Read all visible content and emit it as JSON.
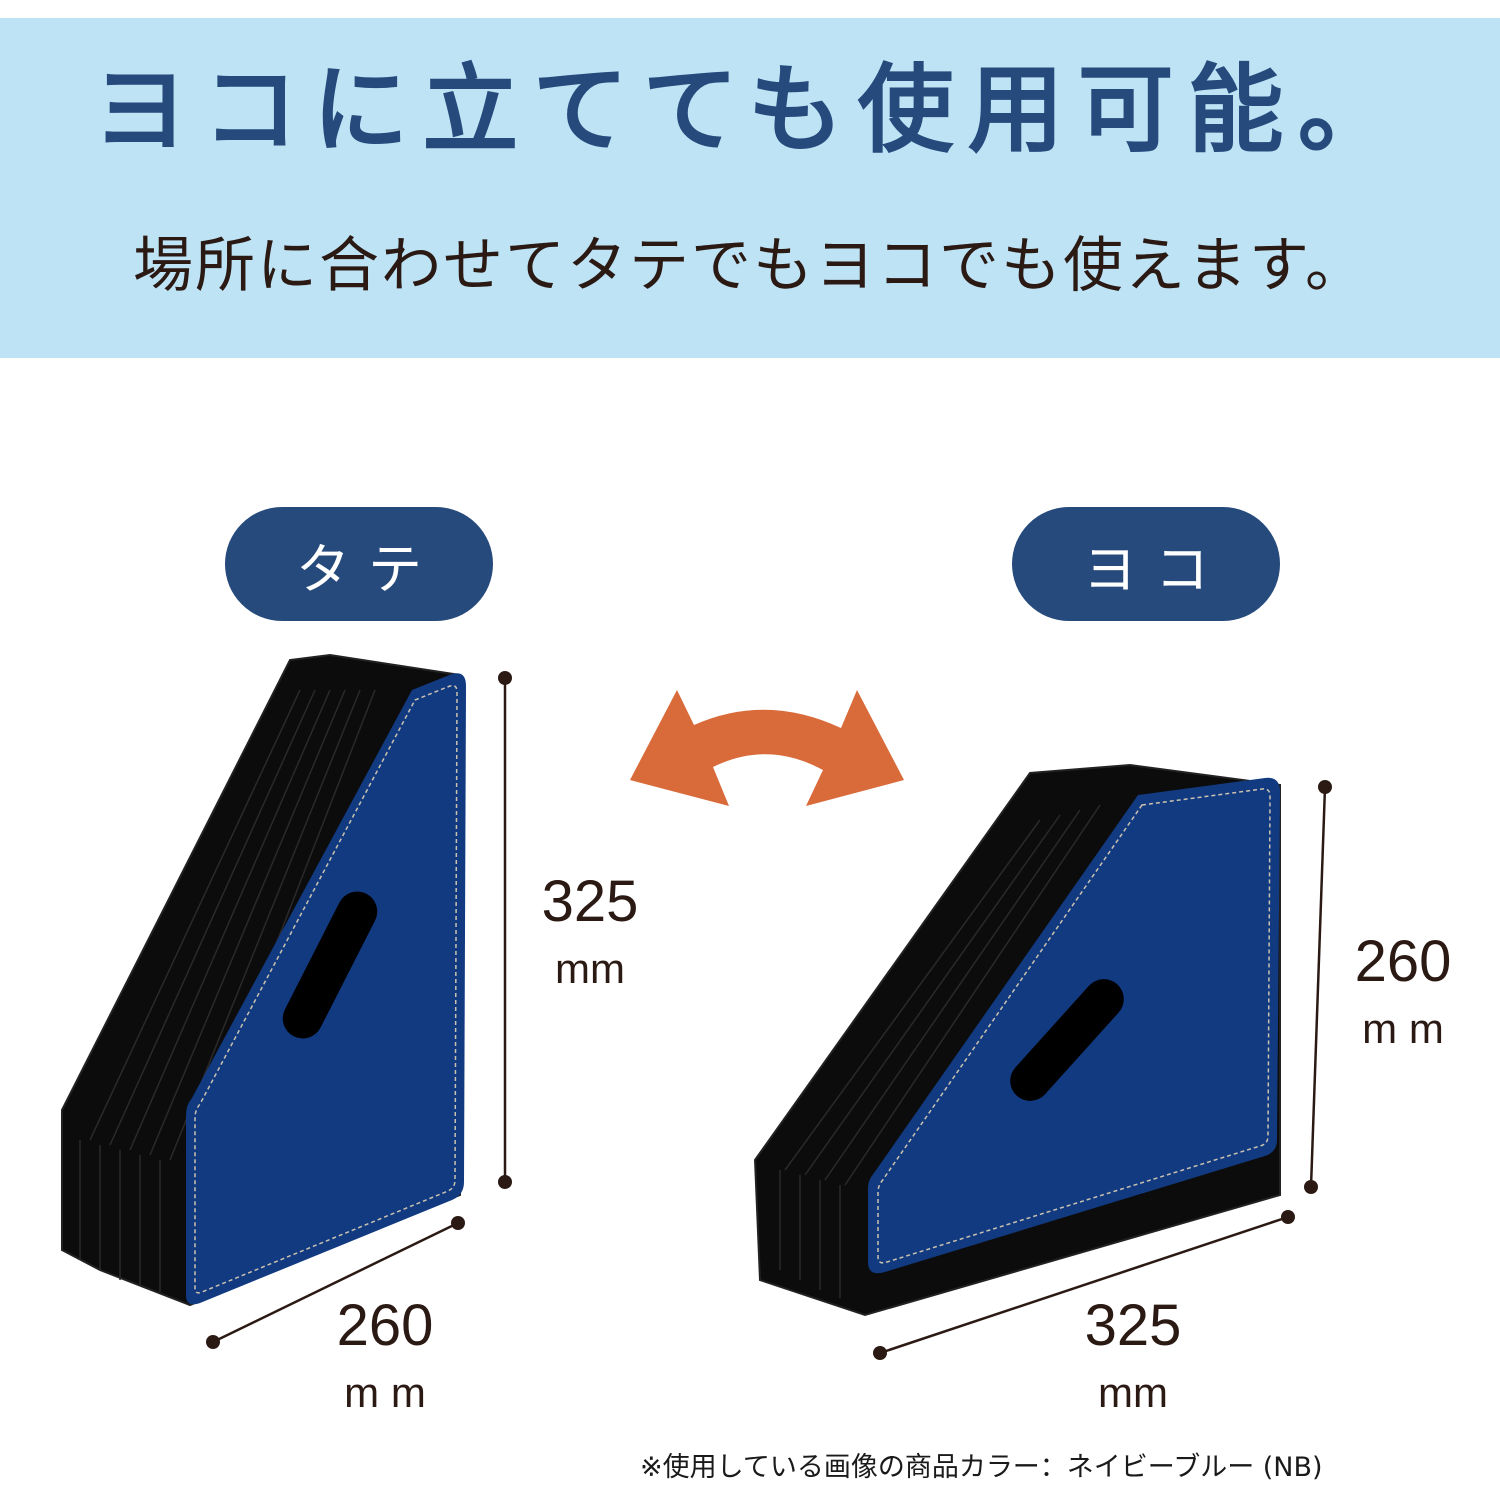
{
  "banner": {
    "headline": "ヨコに立てても使用可能。",
    "subline": "場所に合わせてタテでもヨコでも使えます。"
  },
  "orientations": {
    "vertical": {
      "label": "タテ",
      "height_value": "325",
      "height_unit": "mm",
      "width_value": "260",
      "width_unit": "m m"
    },
    "horizontal": {
      "label": "ヨコ",
      "height_value": "260",
      "height_unit": "m m",
      "width_value": "325",
      "width_unit": "mm"
    }
  },
  "icons": {
    "swap": "double-curved-arrow"
  },
  "colors": {
    "banner_bg": "#bde3f5",
    "headline": "#264a7c",
    "pill": "#264a7c",
    "product_blue": "#123a80",
    "arrow_orange": "#d96b3a",
    "dimension_line": "#2b1a14"
  },
  "footnote": "※使用している画像の商品カラー：ネイビーブルー (NB)"
}
